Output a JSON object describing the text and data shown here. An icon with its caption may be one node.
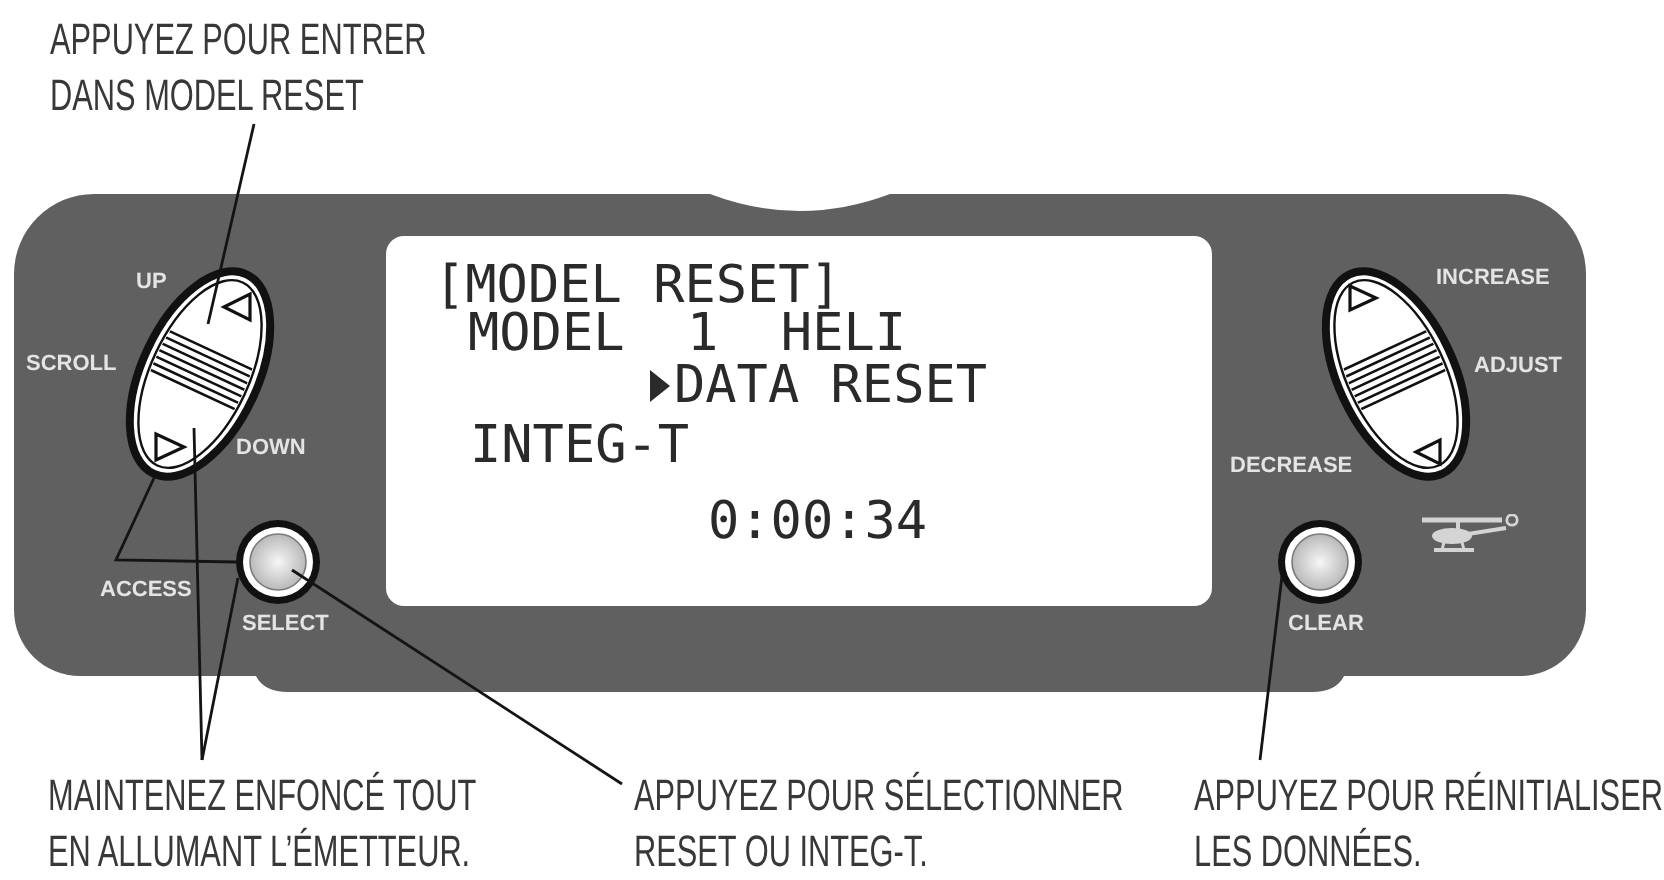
{
  "diagram": {
    "nodes": [
      {
        "text": [
          "APPUYEZ POUR ENTRER DANS MODEL RESET"
        ]
      },
      {
        "text": [],
        "shape": "ellipse",
        "beside": [
          "UP",
          "SCROLL",
          "DOWN"
        ]
      },
      {
        "text": [
          "[MODEL RESET]",
          "MODEL 1 HELI",
          "DATA RESET",
          "INTEG-T",
          "0:00:34"
        ]
      },
      {
        "text": [],
        "shape": "ellipse",
        "beside": [
          "INCREASE",
          "ADJUST",
          "DECREASE"
        ]
      },
      {
        "text": [],
        "shape": "circle",
        "beside": [
          "SELECT"
        ]
      },
      {
        "text": [],
        "shape": "circle",
        "beside": [
          "CLEAR"
        ]
      },
      {
        "text": [
          "MAINTENEZ ENFONCÉ TOUT EN ALLUMANT L’ÉMETTEUR."
        ]
      },
      {
        "text": [
          "APPUYEZ POUR SÉLECTIONNER RESET OU INTEG-T."
        ]
      },
      {
        "text": [
          "APPUYEZ POUR RÉINITIALISER LES DONNÉES."
        ]
      }
    ],
    "edges": [
      {
        "from": 0,
        "to": 1,
        "arrow": "none"
      },
      {
        "from": 1,
        "to": 4,
        "arrow": "none",
        "label": "ACCESS"
      },
      {
        "from": 6,
        "to": 1,
        "arrow": "none"
      },
      {
        "from": 6,
        "to": 4,
        "arrow": "none"
      },
      {
        "from": 7,
        "to": 4,
        "arrow": "none"
      },
      {
        "from": 8,
        "to": 5,
        "arrow": "none"
      }
    ]
  }
}
